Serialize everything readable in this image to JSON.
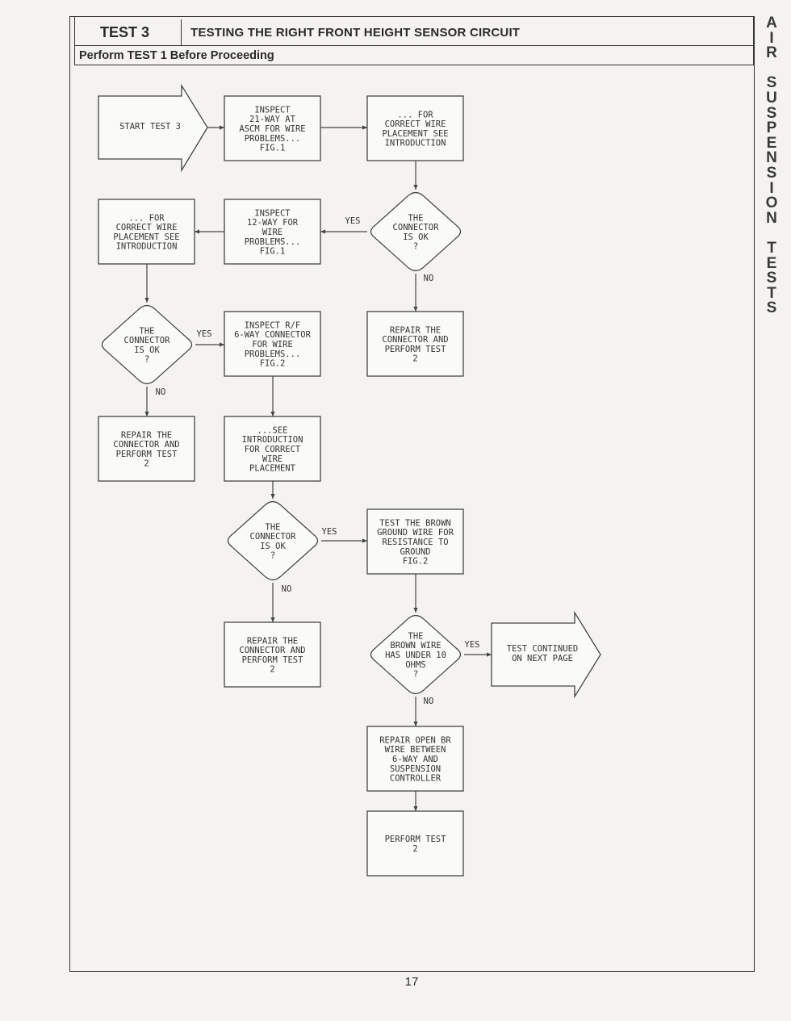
{
  "header": {
    "test_label": "TEST 3",
    "title": "TESTING THE RIGHT FRONT HEIGHT SENSOR CIRCUIT",
    "prerequisite": "Perform TEST 1 Before Proceeding"
  },
  "side_tab": [
    "A",
    "I",
    "R",
    "",
    "S",
    "U",
    "S",
    "P",
    "E",
    "N",
    "S",
    "I",
    "O",
    "N",
    "",
    "T",
    "E",
    "S",
    "T",
    "S"
  ],
  "page_number": "17",
  "nodes": {
    "start": [
      "START TEST 3"
    ],
    "inspect21": [
      "INSPECT",
      "21-WAY AT",
      "ASCM FOR WIRE",
      "PROBLEMS...",
      "FIG.1"
    ],
    "placement1": [
      "... FOR",
      "CORRECT WIRE",
      "PLACEMENT SEE",
      "INTRODUCTION"
    ],
    "dec1": [
      "THE",
      "CONNECTOR",
      "IS OK",
      "?"
    ],
    "inspect12": [
      "INSPECT",
      "12-WAY FOR",
      "WIRE",
      "PROBLEMS...",
      "FIG.1"
    ],
    "placement2": [
      "... FOR",
      "CORRECT WIRE",
      "PLACEMENT SEE",
      "INTRODUCTION"
    ],
    "repair1": [
      "REPAIR THE",
      "CONNECTOR AND",
      "PERFORM TEST",
      "2"
    ],
    "dec2": [
      "THE",
      "CONNECTOR",
      "IS OK",
      "?"
    ],
    "inspectRF": [
      "INSPECT R/F",
      "6-WAY CONNECTOR",
      "FOR WIRE",
      "PROBLEMS...",
      "FIG.2"
    ],
    "repair2": [
      "REPAIR THE",
      "CONNECTOR AND",
      "PERFORM TEST",
      "2"
    ],
    "see_intro": [
      "...SEE",
      "INTRODUCTION",
      "FOR CORRECT",
      "WIRE",
      "PLACEMENT"
    ],
    "dec3": [
      "THE",
      "CONNECTOR",
      "IS OK",
      "?"
    ],
    "test_brown": [
      "TEST THE BROWN",
      "GROUND WIRE FOR",
      "RESISTANCE TO",
      "GROUND",
      "FIG.2"
    ],
    "repair3": [
      "REPAIR THE",
      "CONNECTOR AND",
      "PERFORM TEST",
      "2"
    ],
    "dec4": [
      "THE",
      "BROWN WIRE",
      "HAS UNDER 10",
      "OHMS",
      "?"
    ],
    "continued": [
      "TEST CONTINUED",
      "ON NEXT PAGE"
    ],
    "repair_open": [
      "REPAIR OPEN BR",
      "WIRE BETWEEN",
      "6-WAY AND",
      "SUSPENSION",
      "CONTROLLER"
    ],
    "perform2": [
      "PERFORM TEST",
      "2"
    ]
  },
  "edge_labels": {
    "yes": "YES",
    "no": "NO"
  }
}
